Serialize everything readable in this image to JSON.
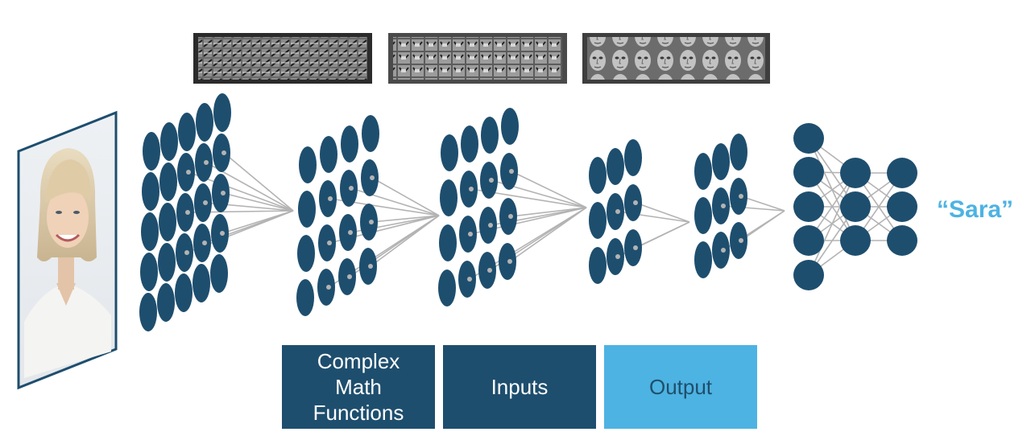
{
  "output_label": "“Sara”",
  "boxes": {
    "math": [
      "Complex",
      "Math",
      "Functions"
    ],
    "inputs": "Inputs",
    "output": "Output"
  },
  "colors": {
    "node": "#1e4e6e",
    "connector": "#b3b3b3",
    "accent": "#4db3e2",
    "photo_border": "#1e4e6e"
  }
}
